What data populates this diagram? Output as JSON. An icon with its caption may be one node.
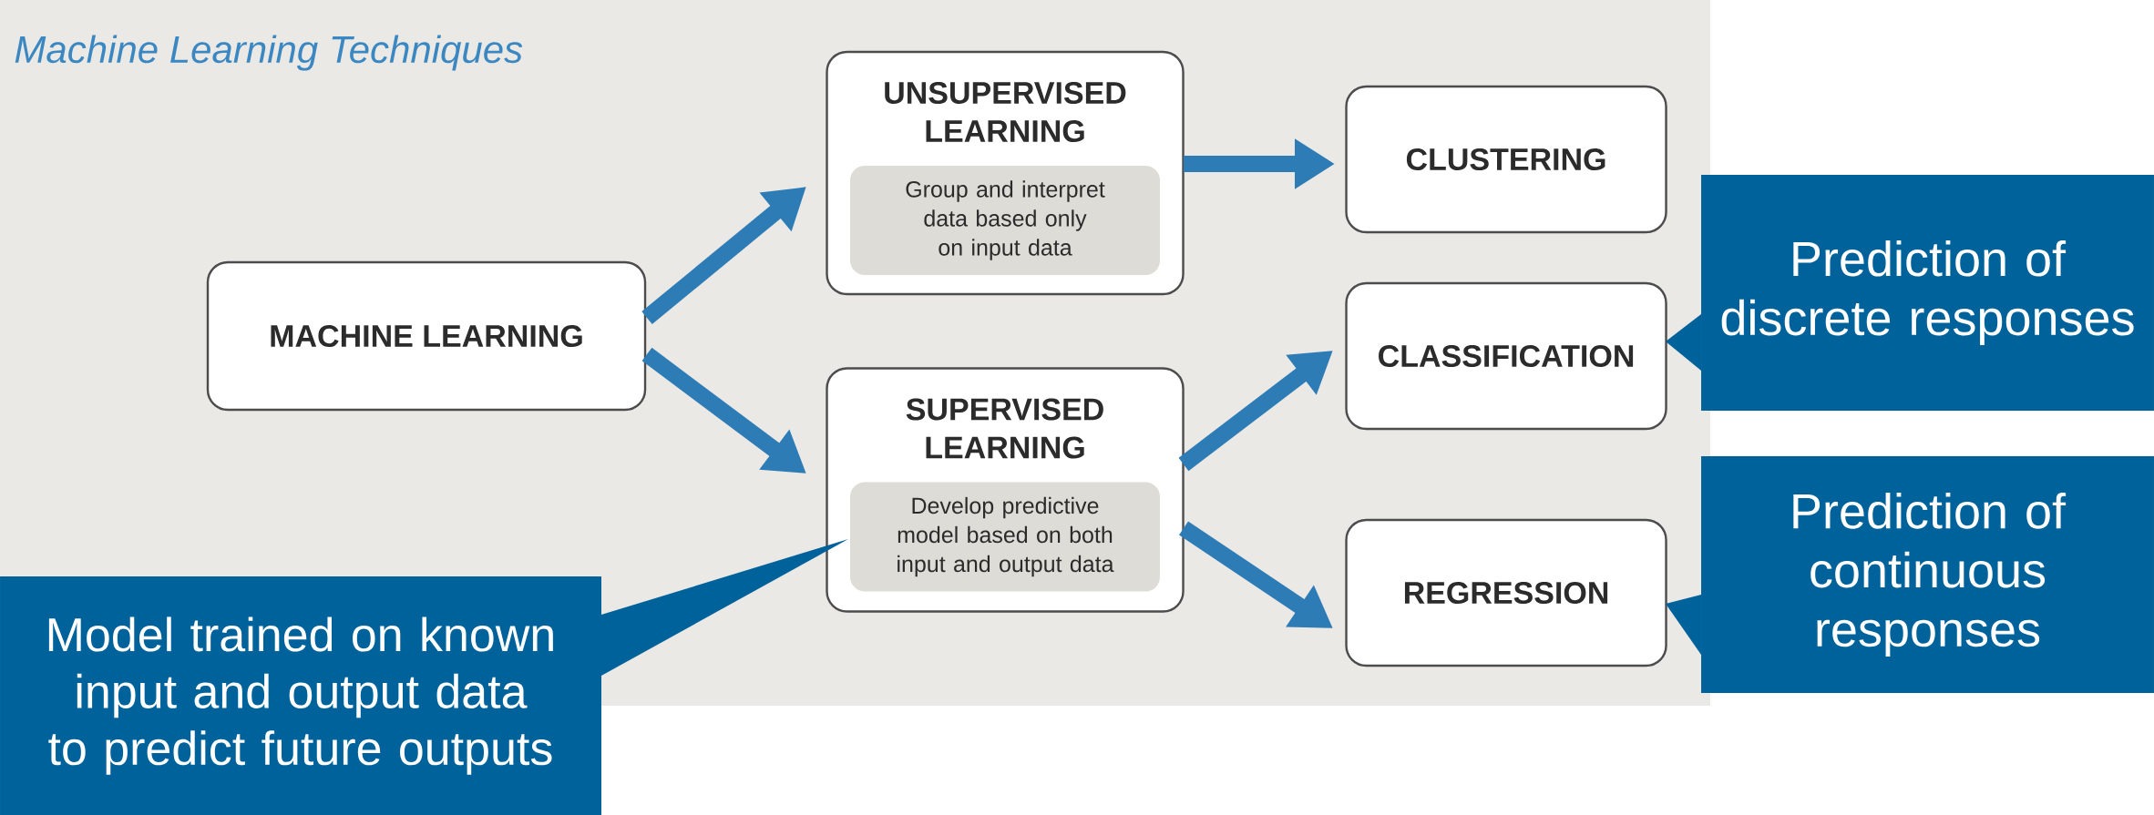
{
  "diagram": {
    "title": "Machine Learning Techniques",
    "nodes": [
      {
        "text": [
          "MACHINE LEARNING"
        ]
      },
      {
        "text": [
          "UNSUPERVISED LEARNING",
          "Group and interpret data based only on input data"
        ]
      },
      {
        "text": [
          "SUPERVISED LEARNING",
          "Develop predictive model based on both input and output data"
        ]
      },
      {
        "text": [
          "CLUSTERING"
        ]
      },
      {
        "text": [
          "CLASSIFICATION"
        ]
      },
      {
        "text": [
          "REGRESSION"
        ]
      },
      {
        "text": [
          "Prediction of discrete responses"
        ]
      },
      {
        "text": [
          "Prediction of continuous responses"
        ]
      },
      {
        "text": [
          "Model trained on known input and output data to predict future outputs"
        ]
      }
    ],
    "edges": [
      {
        "from": 0,
        "to": 1,
        "arrow": "to"
      },
      {
        "from": 0,
        "to": 2,
        "arrow": "to"
      },
      {
        "from": 1,
        "to": 3,
        "arrow": "to"
      },
      {
        "from": 2,
        "to": 4,
        "arrow": "to"
      },
      {
        "from": 2,
        "to": 5,
        "arrow": "to"
      },
      {
        "from": 6,
        "to": 4,
        "arrow": "to",
        "color": "#00629b"
      },
      {
        "from": 7,
        "to": 5,
        "arrow": "to",
        "color": "#00629b"
      },
      {
        "from": 8,
        "to": 2,
        "arrow": "to",
        "color": "#00629b"
      }
    ]
  }
}
